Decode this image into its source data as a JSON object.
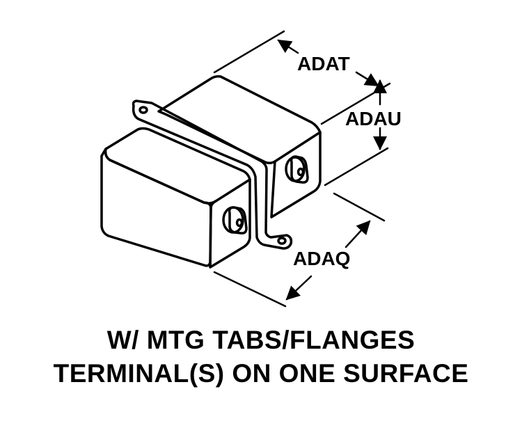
{
  "dimensions": {
    "length": "ADAT",
    "height": "ADAU",
    "width": "ADAQ"
  },
  "caption": {
    "line1": "W/ MTG TABS/FLANGES",
    "line2": "TERMINAL(S) ON ONE SURFACE"
  },
  "colors": {
    "ink": "#000000",
    "background": "#ffffff"
  }
}
